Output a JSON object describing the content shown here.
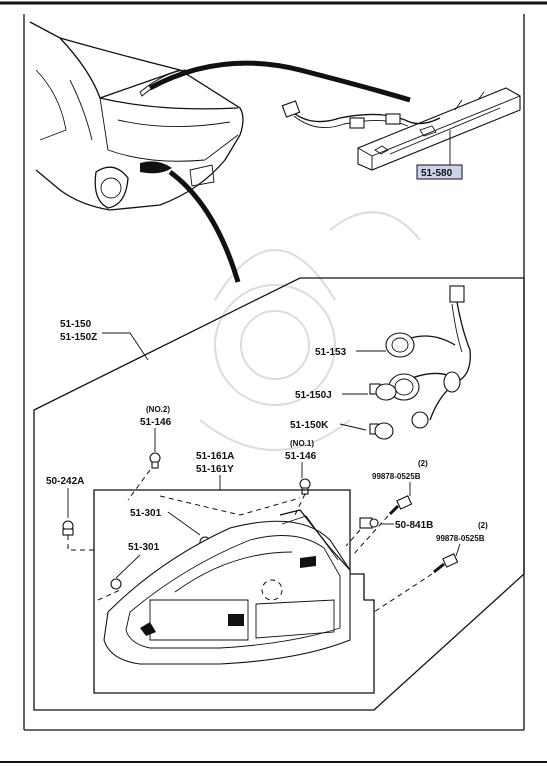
{
  "callouts": {
    "high_mount_lamp": "51-580",
    "rear_combination_lamp": "51-150",
    "rear_combination_lamp_alt": "51-150Z",
    "socket_wiring": "51-153",
    "bulb_j": "51-150J",
    "bulb_k": "51-150K",
    "screw_no2_note": "(NO.2)",
    "screw_no2": "51-146",
    "screw_no1_note": "(NO.1)",
    "screw_no1": "51-146",
    "lens": "51-161A",
    "lens_alt": "51-161Y",
    "gasket_upper": "51-301",
    "gasket_lower": "51-301",
    "nut_left": "50-242A",
    "bolt_upper_qty": "(2)",
    "bolt_upper": "99878-0525B",
    "nut_right": "50-841B",
    "bolt_lower_qty": "(2)",
    "bolt_lower": "99878-0525B"
  },
  "colors": {
    "line": "#111111",
    "highlight_box": "#c9d3ea",
    "watermark": "#dcdcdc"
  }
}
